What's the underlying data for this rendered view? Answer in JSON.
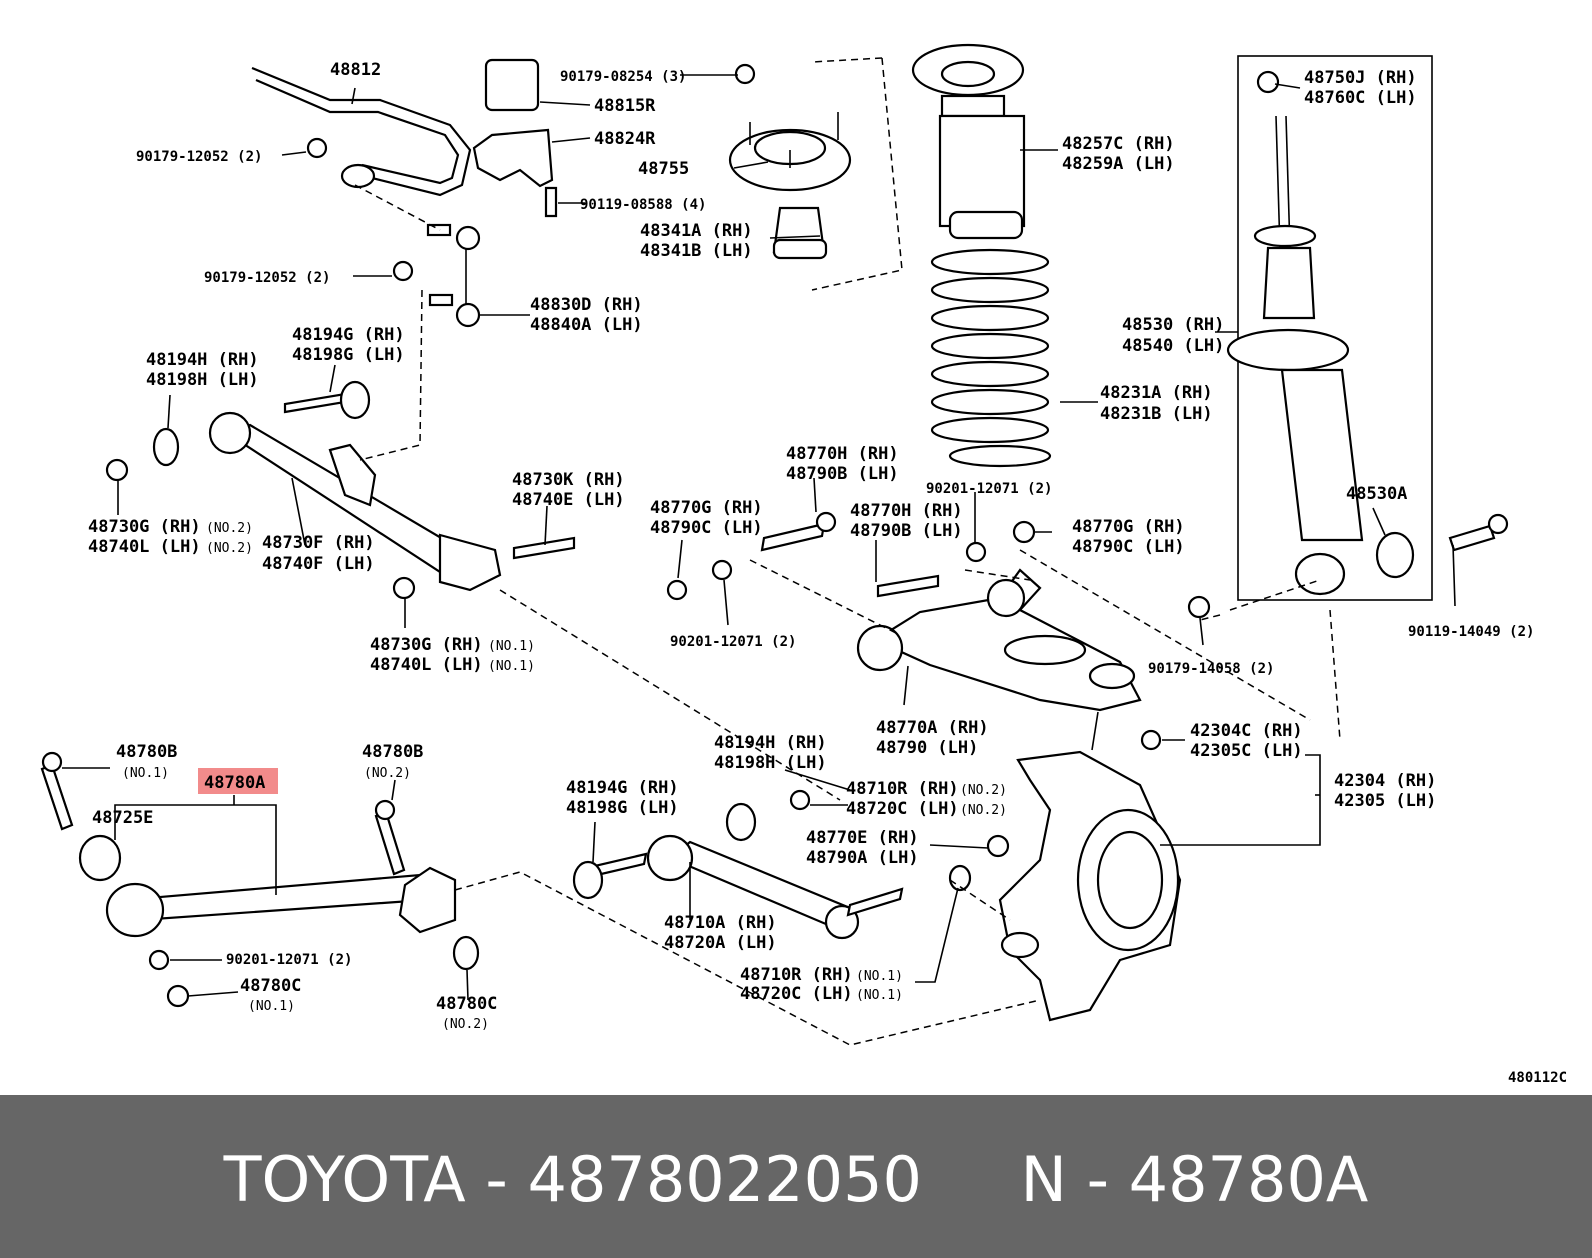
{
  "diagram_code": "480112C",
  "highlighted_part": "48780A",
  "footer": {
    "text": "TOYOTA - 4878022050     N - 48780A"
  },
  "labels": {
    "p48812": "48812",
    "p90179_08254": "90179-08254 (3)",
    "p48815R": "48815R",
    "p48824R": "48824R",
    "p48755": "48755",
    "p90179_12052a": "90179-12052 (2)",
    "p90119_08588": "90119-08588 (4)",
    "p48341A": "48341A (RH)",
    "p48341B": "48341B (LH)",
    "p90179_12052b": "90179-12052 (2)",
    "p48830D": "48830D (RH)",
    "p48840A": "48840A (LH)",
    "p48257C": "48257C (RH)",
    "p48259A": "48259A (LH)",
    "p48750J": "48750J (RH)",
    "p48760C": "48760C (LH)",
    "p48530": "48530 (RH)",
    "p48540": "48540 (LH)",
    "p48231A": "48231A (RH)",
    "p48231B": "48231B (LH)",
    "p48194G_top": "48194G (RH)",
    "p48198G_top": "48198G (LH)",
    "p48194H_top": "48194H (RH)",
    "p48198H_top": "48198H (LH)",
    "p48730G2": "48730G (RH)",
    "p48730G2_no": "(NO.2)",
    "p48740L2": "48740L (LH)",
    "p48740L2_no": "(NO.2)",
    "p48730F": "48730F (RH)",
    "p48740F": "48740F (LH)",
    "p48730K": "48730K (RH)",
    "p48740E": "48740E (LH)",
    "p48730G1": "48730G (RH)",
    "p48730G1_no": "(NO.1)",
    "p48740L1": "48740L (LH)",
    "p48740L1_no": "(NO.1)",
    "p48770H_a": "48770H (RH)",
    "p48790B_a": "48790B (LH)",
    "p90201_12071a": "90201-12071 (2)",
    "p48770G_a": "48770G (RH)",
    "p48790C_a": "48790C (LH)",
    "p48770H_b": "48770H (RH)",
    "p48790B_b": "48790B (LH)",
    "p48770G_b": "48770G (RH)",
    "p48790C_b": "48790C (LH)",
    "p48530A": "48530A",
    "p90201_12071b": "90201-12071 (2)",
    "p90119_14049": "90119-14049 (2)",
    "p90179_14058": "90179-14058 (2)",
    "p48770A": "48770A (RH)",
    "p48790": "48790 (LH)",
    "p42304C": "42304C (RH)",
    "p42305C": "42305C (LH)",
    "p42304": "42304 (RH)",
    "p42305": "42305 (LH)",
    "p48194H_bot": "48194H (RH)",
    "p48198H_bot": "48198H (LH)",
    "p48780B1": "48780B",
    "p48780B1_no": "(NO.1)",
    "p48780A": "48780A",
    "p48780B2": "48780B",
    "p48780B2_no": "(NO.2)",
    "p48725E": "48725E",
    "p48194G_bot": "48194G (RH)",
    "p48198G_bot": "48198G (LH)",
    "p48710R_a": "48710R (RH)",
    "p48710R_a_no": "(NO.2)",
    "p48720C_a": "48720C (LH)",
    "p48720C_a_no": "(NO.2)",
    "p48770E": "48770E (RH)",
    "p48790A": "48790A (LH)",
    "p48710A": "48710A (RH)",
    "p48720A": "48720A (LH)",
    "p90201_12071c": "90201-12071 (2)",
    "p48780C1": "48780C",
    "p48780C1_no": "(NO.1)",
    "p48780C2": "48780C",
    "p48780C2_no": "(NO.2)",
    "p48710R_b": "48710R (RH)",
    "p48710R_b_no": "(NO.1)",
    "p48720C_b": "48720C (LH)",
    "p48720C_b_no": "(NO.1)"
  },
  "colors": {
    "highlight": "#f28b8b",
    "banner_bg": "#666666",
    "banner_text": "#ffffff"
  }
}
